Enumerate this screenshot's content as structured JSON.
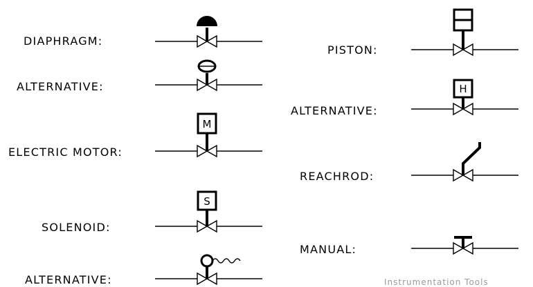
{
  "labels": {
    "diaphragm": "DIAPHRAGM:",
    "alt1": "ALTERNATIVE:",
    "electric_motor": "ELECTRIC MOTOR:",
    "solenoid": "SOLENOID:",
    "alt2": "ALTERNATIVE:",
    "piston": "PISTON:",
    "alt3": "ALTERNATIVE:",
    "reachrod": "REACHROD:",
    "manual": "MANUAL:"
  },
  "box_letters": {
    "motor": "M",
    "solenoid": "S",
    "hydraulic": "H"
  },
  "watermark": "Instrumentation Tools",
  "colors": {
    "ink": "#000000",
    "watermark": "#9a9a9a"
  }
}
